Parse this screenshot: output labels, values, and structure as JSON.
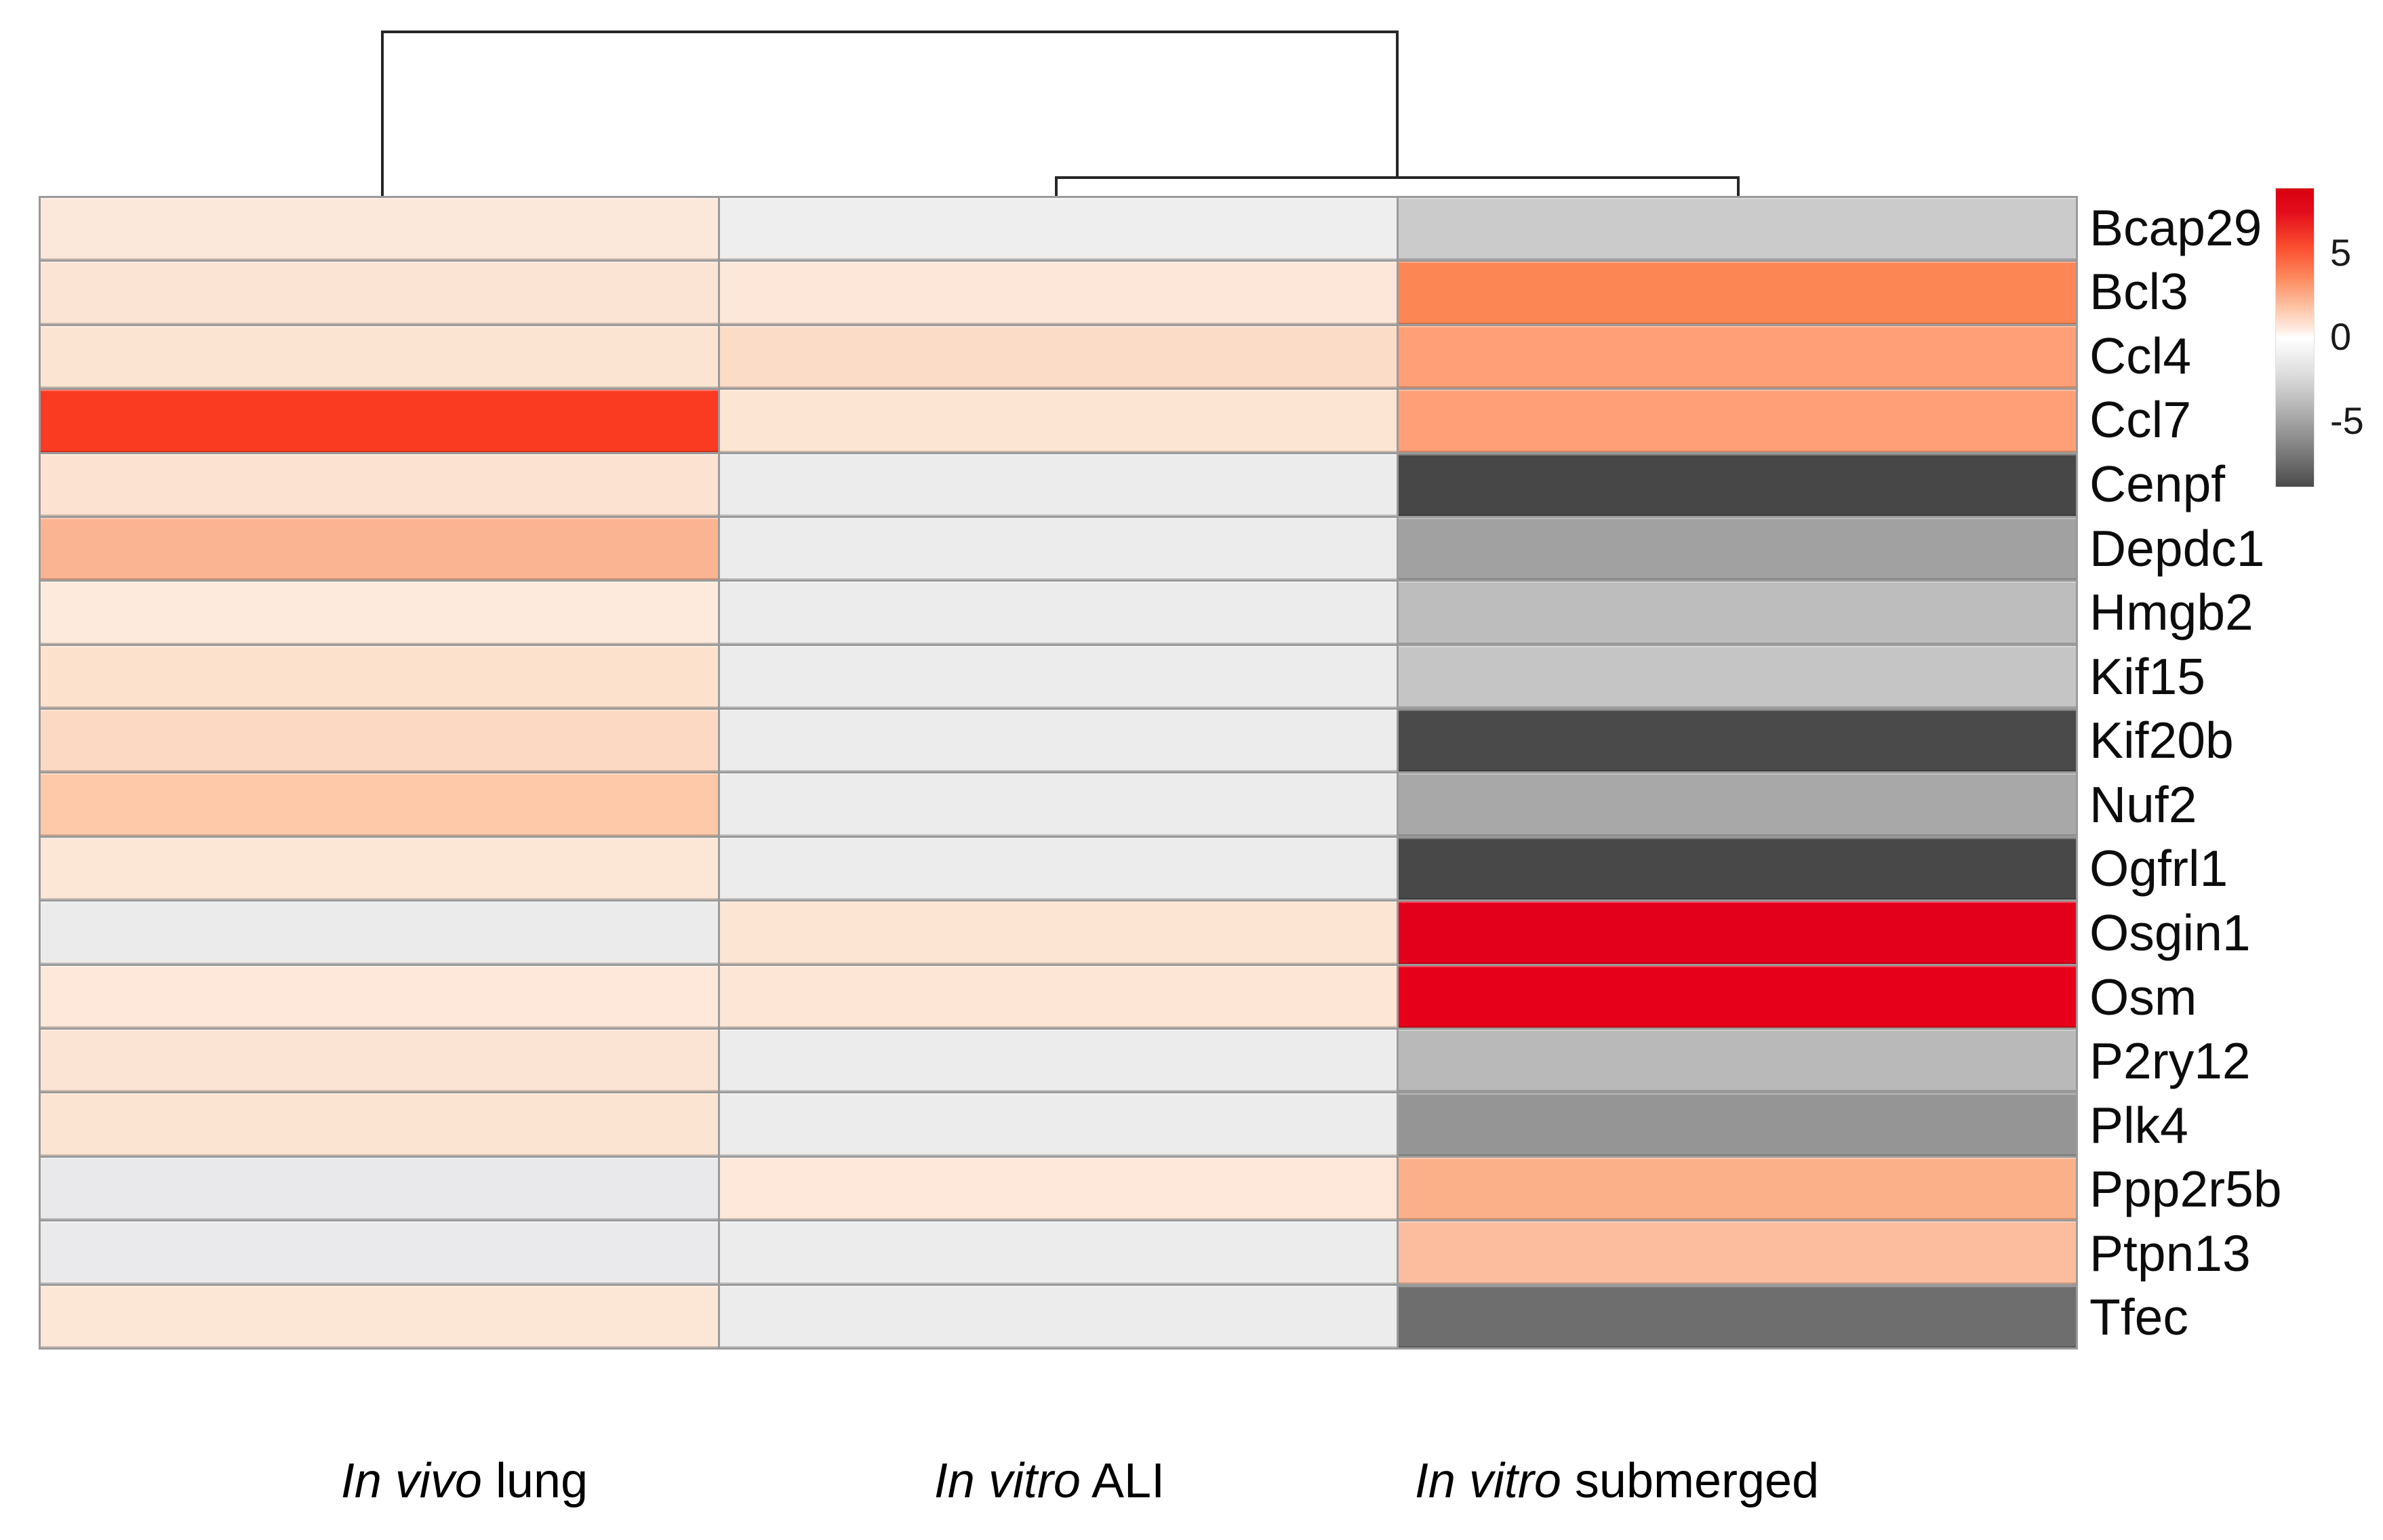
{
  "chart_data": {
    "type": "heatmap",
    "title": "",
    "legend_position": "right",
    "columns": [
      "In vivo lung",
      "In vitro ALI",
      "In vitro submerged"
    ],
    "column_labels": [
      {
        "italic": "In vivo",
        "rest": " lung"
      },
      {
        "italic": "In vitro",
        "rest": " ALI"
      },
      {
        "italic": "In vitro",
        "rest": " submerged"
      }
    ],
    "rows": [
      "Bcap29",
      "Bcl3",
      "Ccl4",
      "Ccl7",
      "Cenpf",
      "Depdc1",
      "Hmgb2",
      "Kif15",
      "Kif20b",
      "Nuf2",
      "Ogfrl1",
      "Osgin1",
      "Osm",
      "P2ry12",
      "Plk4",
      "Ppp2r5b",
      "Ptpn13",
      "Tfec"
    ],
    "cell_colors": [
      [
        "#fce8db",
        "#eeeeee",
        "#cbcbcb"
      ],
      [
        "#fce4d4",
        "#fde7d8",
        "#fc8654"
      ],
      [
        "#fce4d3",
        "#fbdcc6",
        "#fe9f77"
      ],
      [
        "#fb3a22",
        "#fde5d4",
        "#fe9f78"
      ],
      [
        "#fce3d1",
        "#ececec",
        "#474747"
      ],
      [
        "#fbb491",
        "#ececec",
        "#a1a1a1"
      ],
      [
        "#fdeadd",
        "#ececec",
        "#bdbdbd"
      ],
      [
        "#fce1cd",
        "#ececec",
        "#c5c5c5"
      ],
      [
        "#fcd9c3",
        "#ececec",
        "#4a4a4a"
      ],
      [
        "#fdc9a8",
        "#ececec",
        "#a8a8a8"
      ],
      [
        "#fce6d6",
        "#ececec",
        "#484848"
      ],
      [
        "#ebebeb",
        "#fde5d4",
        "#e3001b"
      ],
      [
        "#fde8da",
        "#fde6d6",
        "#e60019"
      ],
      [
        "#fce4d4",
        "#ececec",
        "#b9b9b9"
      ],
      [
        "#fce4d2",
        "#ececec",
        "#959595"
      ],
      [
        "#e9e9eb",
        "#fde8da",
        "#fcb08a"
      ],
      [
        "#eaeaec",
        "#ececec",
        "#fcbd9e"
      ],
      [
        "#fce6d6",
        "#ececec",
        "#6e6e6e"
      ]
    ],
    "cell_values": [
      [
        1.0,
        -0.5,
        -1.9
      ],
      [
        1.2,
        1.0,
        4.5
      ],
      [
        1.2,
        1.6,
        3.7
      ],
      [
        6.5,
        1.1,
        3.7
      ],
      [
        1.3,
        -0.6,
        -7.5
      ],
      [
        3.0,
        -0.6,
        -3.7
      ],
      [
        0.9,
        -0.6,
        -2.6
      ],
      [
        1.4,
        -0.6,
        -2.2
      ],
      [
        1.7,
        -0.6,
        -7.4
      ],
      [
        2.3,
        -0.6,
        -3.4
      ],
      [
        1.1,
        -0.6,
        -7.5
      ],
      [
        -0.6,
        1.1,
        7.5
      ],
      [
        1.0,
        1.1,
        7.4
      ],
      [
        1.2,
        -0.6,
        -2.8
      ],
      [
        1.2,
        -0.6,
        -4.2
      ],
      [
        -0.7,
        1.0,
        3.0
      ],
      [
        -0.6,
        -0.6,
        2.5
      ],
      [
        1.1,
        -0.6,
        -5.8
      ]
    ],
    "colorbar": {
      "ticks": [
        "5",
        "0",
        "-5"
      ],
      "max_color": "#d60010",
      "zero_color": "#ffffff",
      "min_color": "#4a4a4a"
    },
    "dendrogram": {
      "first_join": [
        "In vitro ALI",
        "In vitro submerged"
      ],
      "second_join": [
        "In vivo lung",
        "first_join"
      ]
    }
  }
}
